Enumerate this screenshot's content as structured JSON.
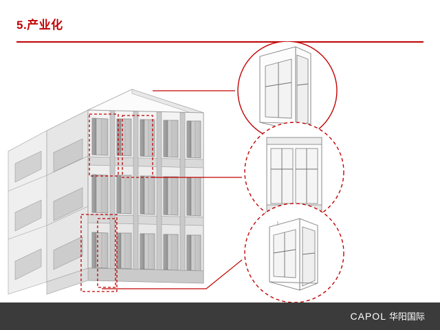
{
  "slide": {
    "title": "5.产业化",
    "title_color": "#c00000",
    "accent_color": "#c00000",
    "footer_background": "#3b3b3b",
    "background": "#ffffff"
  },
  "footer": {
    "brand_latin": "CAPOL",
    "brand_cn": "华阳国际"
  },
  "figure": {
    "name": "prefabricated-facade-diagram",
    "description": "建筑立面轴测图与三个圆形节点放大图",
    "building": {
      "name": "axonometric-building",
      "floors": 3,
      "bays": 5
    },
    "callouts": [
      {
        "id": "callout-top",
        "label": "",
        "detail": "window-panel-detail-1"
      },
      {
        "id": "callout-middle",
        "label": "",
        "detail": "window-panel-detail-2"
      },
      {
        "id": "callout-bottom",
        "label": "",
        "detail": "window-panel-detail-3"
      }
    ],
    "highlight_boxes": 4,
    "highlight_style": "dashed-red"
  }
}
